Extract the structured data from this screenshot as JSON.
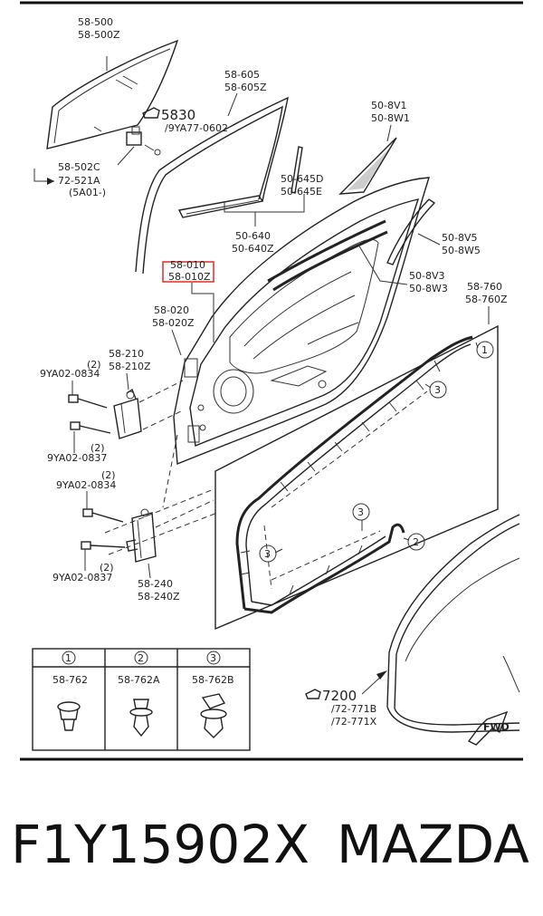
{
  "labels": {
    "glass_a": "58-500",
    "glass_b": "58-500Z",
    "ref_5830": "5830",
    "ref_9ya77": "/9YA77-0602",
    "run_a": "58-605",
    "run_b": "58-605Z",
    "molding_a": "50-8V1",
    "molding_b": "50-8W1",
    "clip_a": "58-502C",
    "clip_b": "72-521A",
    "clip_note": "(5A01-)",
    "seal645_a": "50-645D",
    "seal645_b": "50-645E",
    "belt640_a": "50-640",
    "belt640_b": "50-640Z",
    "mold8v5_a": "50-8V5",
    "mold8v5_b": "50-8W5",
    "door_a": "58-010",
    "door_b": "58-010Z",
    "mold8v3_a": "50-8V3",
    "mold8v3_b": "50-8W3",
    "wstrip_a": "58-760",
    "wstrip_b": "58-760Z",
    "panel_a": "58-020",
    "panel_b": "58-020Z",
    "hinge_up_a": "58-210",
    "hinge_up_b": "58-210Z",
    "bolt_qty": "(2)",
    "bolt_0834": "9YA02-0834",
    "bolt_0837": "9YA02-0837",
    "hinge_lo_a": "58-240",
    "hinge_lo_b": "58-240Z",
    "ref_7200": "7200",
    "ref_771b": "/72-771B",
    "ref_771x": "/72-771X",
    "fwd": "FWD"
  },
  "callouts": [
    "1",
    "2",
    "3"
  ],
  "legend": [
    {
      "num": "1",
      "part": "58-762"
    },
    {
      "num": "2",
      "part": "58-762A"
    },
    {
      "num": "3",
      "part": "58-762B"
    }
  ],
  "caption": {
    "part_number": "F1Y15902X",
    "brand": "MAZDA"
  },
  "highlight_color": "#e53935"
}
